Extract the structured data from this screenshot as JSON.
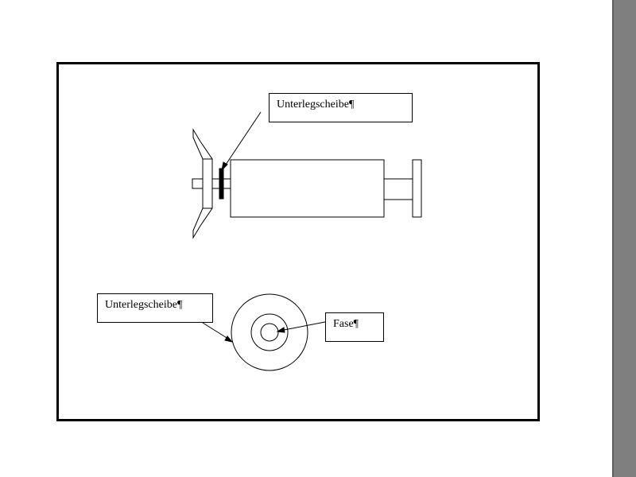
{
  "labels": {
    "top": "Unterlegscheibe¶",
    "bottom": "Unterlegscheibe¶",
    "fase": "Fase¶"
  },
  "colors": {
    "line": "#000000",
    "page_edge": "#7f7f7f"
  }
}
